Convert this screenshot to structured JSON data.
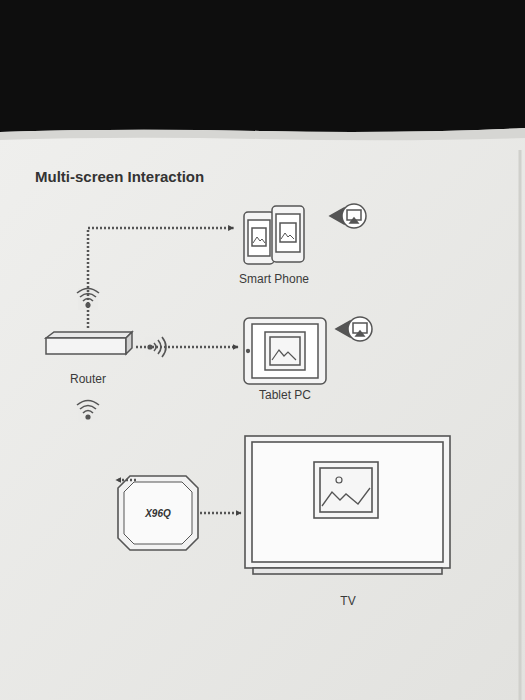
{
  "diagram": {
    "title": "Multi-screen Interaction",
    "nodes": [
      {
        "text": [
          "Smart Phone"
        ]
      },
      {
        "text": [
          "Router"
        ]
      },
      {
        "text": [
          "Tablet PC"
        ]
      },
      {
        "text": [
          "X96Q"
        ]
      },
      {
        "text": [
          "TV"
        ]
      }
    ],
    "edges": [
      {
        "from": 1,
        "to": 0,
        "arrow": "to"
      },
      {
        "from": 1,
        "to": 2,
        "arrow": "to"
      },
      {
        "from": 1,
        "to": 3,
        "arrow": "to"
      },
      {
        "from": 3,
        "to": 4,
        "arrow": "to"
      }
    ]
  }
}
